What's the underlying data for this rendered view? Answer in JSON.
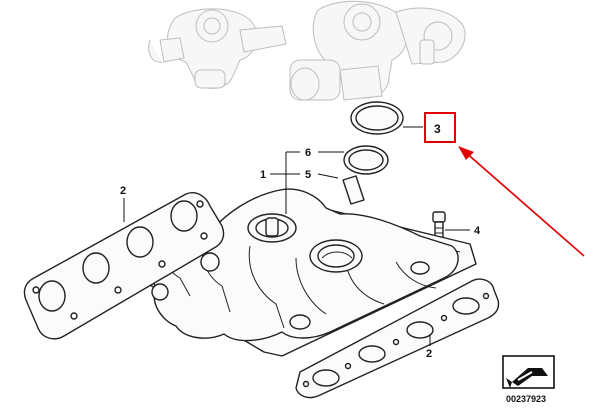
{
  "callouts": {
    "gasket_manifold_left": "2",
    "gasket_manifold_bottom": "2",
    "turbo_ring_gasket": "3",
    "stud_bolt": "4",
    "manifold_assembly": "1",
    "clamp_5": "5",
    "seal_ring_6": "6"
  },
  "diagram_id": "00237923",
  "highlight": {
    "target_callout": "3",
    "box_color": "#e00000",
    "arrow_color": "#e00000"
  }
}
